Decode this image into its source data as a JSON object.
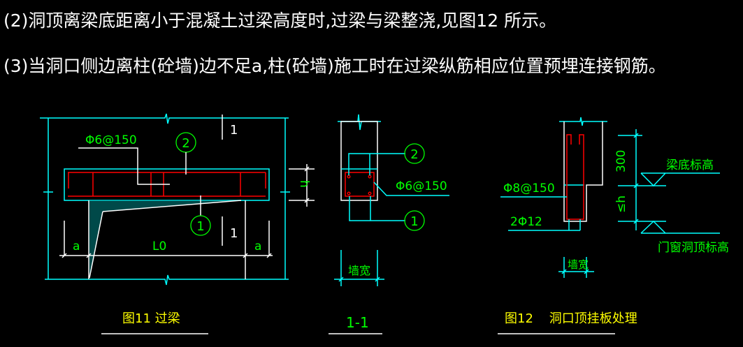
{
  "notes": {
    "line2": "(2)洞顶离梁底距离小于混凝土过梁高度时,过梁与梁整浇,见图12 所示。",
    "line3": "(3)当洞口侧边离柱(砼墙)边不足a,柱(砼墙)施工时在过梁纵筋相应位置预埋连接钢筋。"
  },
  "fig11": {
    "stirrup_label": "Φ6@150",
    "marker_top": "2",
    "marker_bottom": "1",
    "section_top": "1",
    "section_bottom": "1",
    "dim_a_left": "a",
    "dim_span": "L0",
    "dim_a_right": "a",
    "dim_h": "h",
    "caption": "图11  过梁"
  },
  "section11": {
    "marker_top": "2",
    "stirrup_label": "Φ6@150",
    "marker_bottom": "1",
    "wall_width": "墙宽",
    "caption": "1-1"
  },
  "fig12": {
    "stirrup_label": "Φ8@150",
    "bar_label": "2Φ12",
    "wall_width": "墙宽",
    "dim_300": "300",
    "dim_h": "≤h",
    "beam_bottom_elev": "梁底标高",
    "opening_top_elev": "门窗洞顶标高",
    "caption": "图12    洞口顶挂板处理"
  },
  "colors": {
    "background": "#000000",
    "dim": "#00ffff",
    "rebar": "#ff0000",
    "text": "#00ff00",
    "caption": "#ffff00"
  }
}
